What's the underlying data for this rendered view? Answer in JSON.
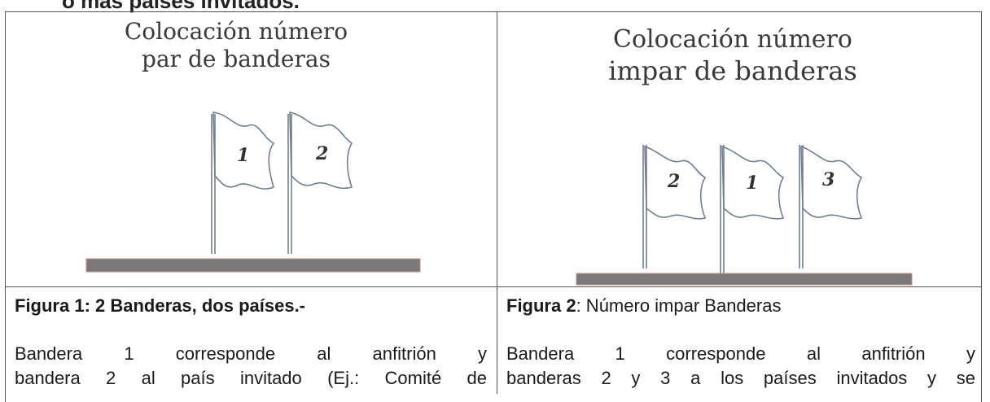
{
  "header_fragment": "o más países invitados.",
  "left_cell": {
    "image_title_lines": [
      "Colocación número",
      "par de banderas"
    ],
    "flag_numbers": [
      "1",
      "2"
    ],
    "caption": "Figura 1: 2 Banderas, dos países.-",
    "paragraph_lines": [
      "Bandera 1 corresponde al anfitrión y",
      "bandera 2 al país invitado (Ej.: Comité de"
    ]
  },
  "right_cell": {
    "image_title_lines": [
      "Colocación número",
      "impar de banderas"
    ],
    "flag_numbers": [
      "2",
      "1",
      "3"
    ],
    "caption_bold_1": "Figura 2",
    "caption_rest": ": Número impar Banderas",
    "paragraph_lines": [
      "Bandera 1 corresponde al anfitrión y",
      "banderas 2 y 3 a los países invitados y se"
    ]
  },
  "colors": {
    "base_bar": "#7a7a7a",
    "base_bar_edge": "#c98a7a",
    "flag_stroke": "#6f7f8f"
  }
}
